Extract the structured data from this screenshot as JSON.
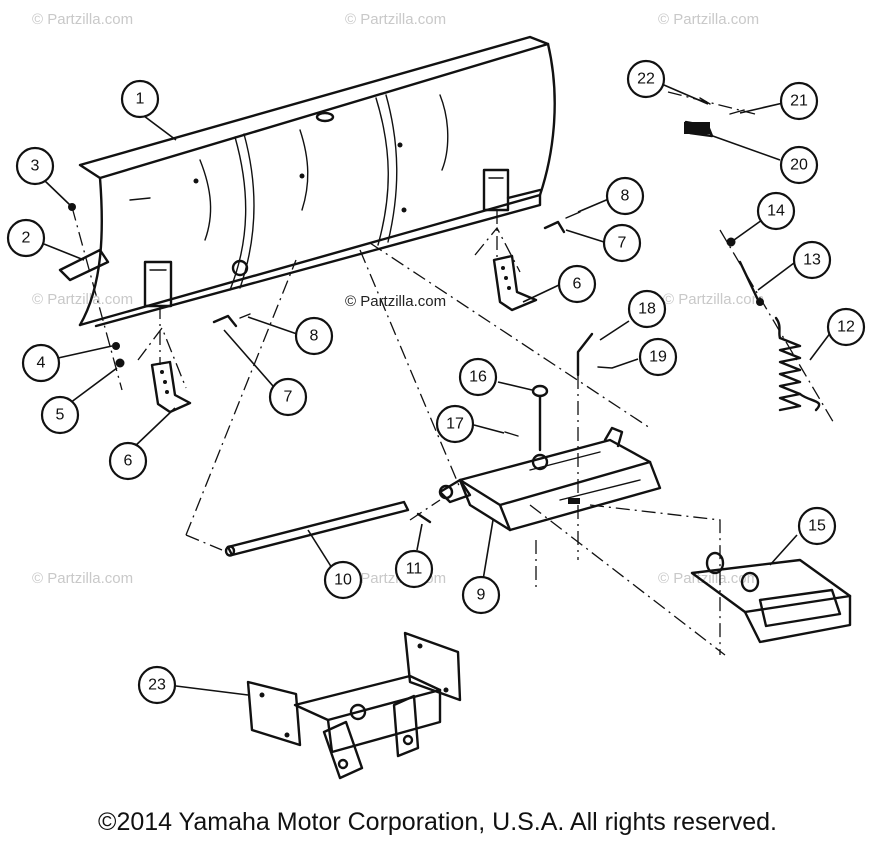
{
  "watermarks": [
    "© Partzilla.com",
    "© Partzilla.com",
    "© Partzilla.com",
    "© Partzilla.com",
    "© Partzilla.com",
    "© Partzilla.com",
    "© Partzilla.com",
    "© Partzilla.com"
  ],
  "center_watermark": "© Partzilla.com",
  "callouts": [
    "1",
    "2",
    "3",
    "4",
    "5",
    "6",
    "6",
    "7",
    "7",
    "8",
    "8",
    "9",
    "10",
    "11",
    "12",
    "13",
    "14",
    "15",
    "16",
    "17",
    "18",
    "19",
    "20",
    "21",
    "22",
    "23"
  ],
  "copyright": "©2014  Yamaha Motor Corporation, U.S.A. All rights reserved."
}
